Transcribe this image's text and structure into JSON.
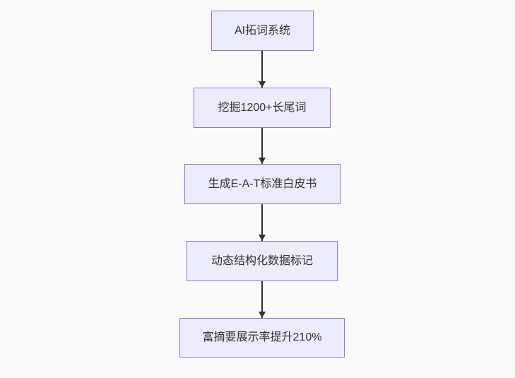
{
  "flowchart": {
    "type": "flowchart",
    "direction": "top-down",
    "nodes": [
      {
        "label": "AI拓词系统"
      },
      {
        "label": "挖掘1200+长尾词"
      },
      {
        "label": "生成E-A-T标准白皮书"
      },
      {
        "label": "动态结构化数据标记"
      },
      {
        "label": "富摘要展示率提升210%"
      }
    ],
    "edges": [
      {
        "from": "AI拓词系统",
        "to": "挖掘1200+长尾词"
      },
      {
        "from": "挖掘1200+长尾词",
        "to": "生成E-A-T标准白皮书"
      },
      {
        "from": "生成E-A-T标准白皮书",
        "to": "动态结构化数据标记"
      },
      {
        "from": "动态结构化数据标记",
        "to": "富摘要展示率提升210%"
      }
    ]
  },
  "colors": {
    "canvas-bg": "#fafafa",
    "node-fill": "#ececff",
    "node-border": "#9370db",
    "node-text": "#333333",
    "arrow": "#333333"
  }
}
